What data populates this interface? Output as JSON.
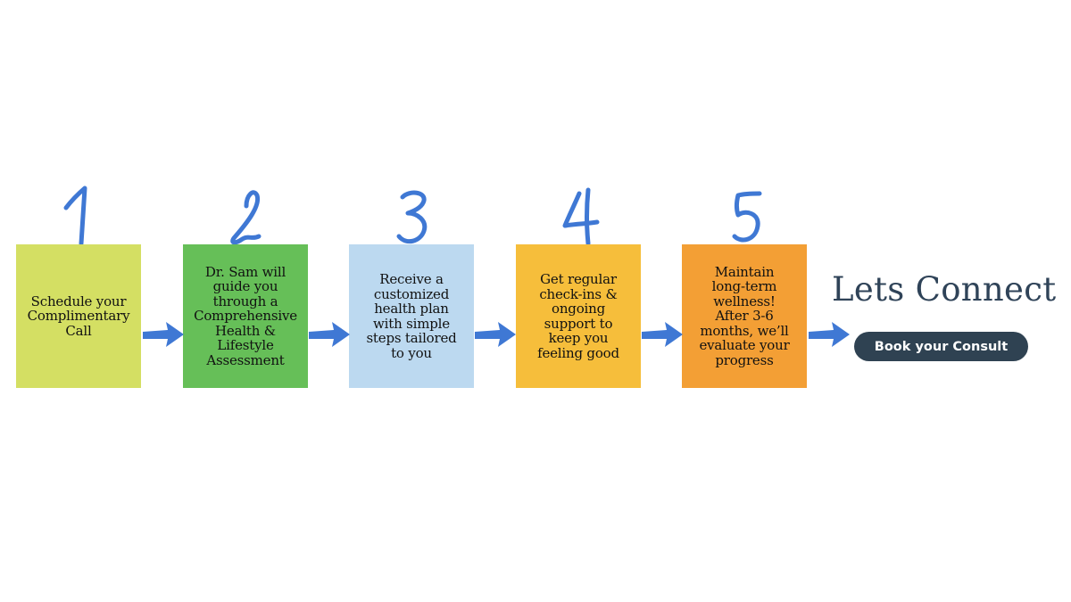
{
  "colors": {
    "accent_blue": "#3f78d4",
    "step1": "#d4df63",
    "step2": "#66bf58",
    "step3": "#bcd9f0",
    "step4": "#f6be3b",
    "step5": "#f39f35",
    "heading": "#2f4358",
    "button": "#2f4252"
  },
  "steps": [
    {
      "number": "1",
      "text": "Schedule your\nComplimentary\nCall"
    },
    {
      "number": "2",
      "text": "Dr. Sam will\nguide you\nthrough a\nComprehensive\nHealth &\nLifestyle\nAssessment"
    },
    {
      "number": "3",
      "text": "Receive a\ncustomized\nhealth plan\nwith simple\nsteps tailored\nto you"
    },
    {
      "number": "4",
      "text": "Get regular\ncheck-ins &\nongoing\nsupport to\nkeep you\nfeeling good"
    },
    {
      "number": "5",
      "text": "Maintain\nlong-term\nwellness!\nAfter 3-6\nmonths, we’ll\nevaluate your\nprogress"
    }
  ],
  "cta": {
    "heading": "Lets Connect",
    "button_label": "Book your Consult"
  }
}
